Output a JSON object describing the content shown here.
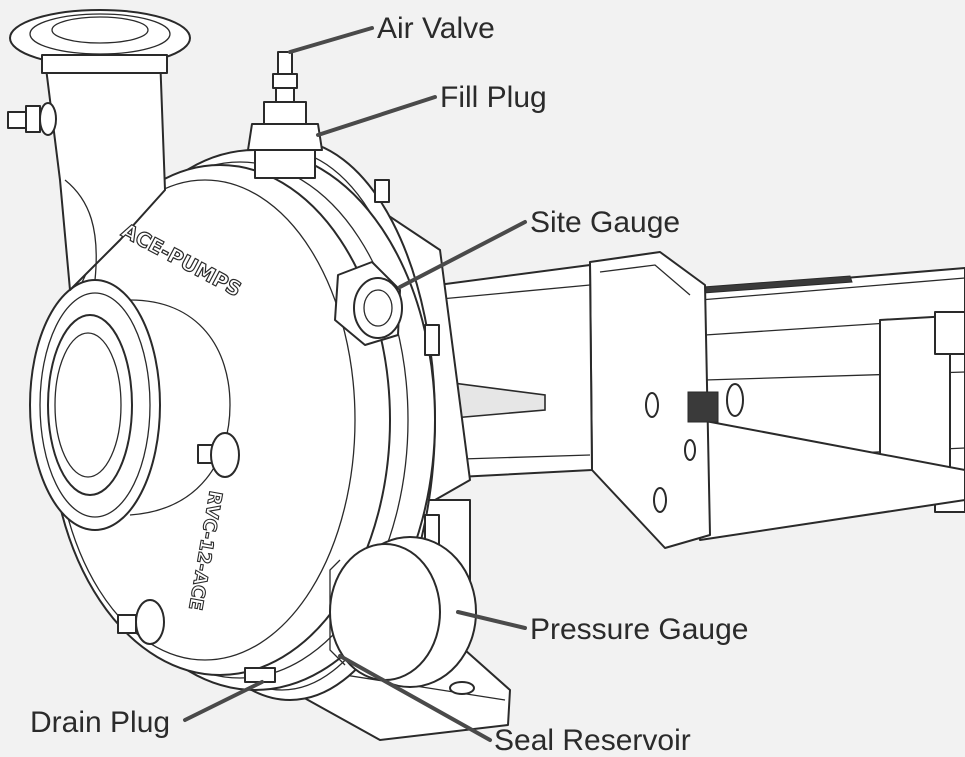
{
  "labels": {
    "air_valve": "Air Valve",
    "fill_plug": "Fill Plug",
    "site_gauge": "Site Gauge",
    "pressure_gauge": "Pressure Gauge",
    "drain_plug": "Drain Plug",
    "seal_reservoir": "Seal Reservoir"
  },
  "casting_text": {
    "upper": "ACE-PUMPS",
    "lower": "RVC-12-ACE"
  },
  "colors": {
    "background": "#f2f2f2",
    "line": "#2a2a2a",
    "leader": "#4a4a4a",
    "text": "#2b2b2b"
  }
}
